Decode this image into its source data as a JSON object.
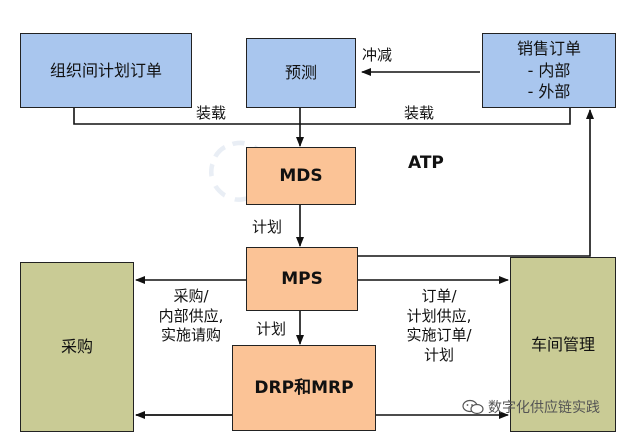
{
  "nodes": {
    "org_plan_order": "组织间计划订单",
    "forecast": "预测",
    "sales_order_title": "销售订单",
    "sales_order_internal": "- 内部",
    "sales_order_external": "- 外部",
    "mds": "MDS",
    "mps": "MPS",
    "drp_mrp": "DRP和MRP",
    "procurement": "采购",
    "workshop": "车间管理"
  },
  "labels": {
    "offset": "冲减",
    "load_left": "装载",
    "load_right": "装载",
    "atp": "ATP",
    "plan_top": "计划",
    "plan_bottom": "计划",
    "left_note": [
      "采购/",
      "内部供应,",
      "实施请购"
    ],
    "right_note": [
      "订单/",
      "计划供应,",
      "实施订单/",
      "计划"
    ]
  },
  "watermark": {
    "text": "数字化供应链实践",
    "icon": "wechat-icon"
  },
  "colors": {
    "blue": "#a9c6ee",
    "orange": "#fbc396",
    "olive": "#c9cb95"
  }
}
